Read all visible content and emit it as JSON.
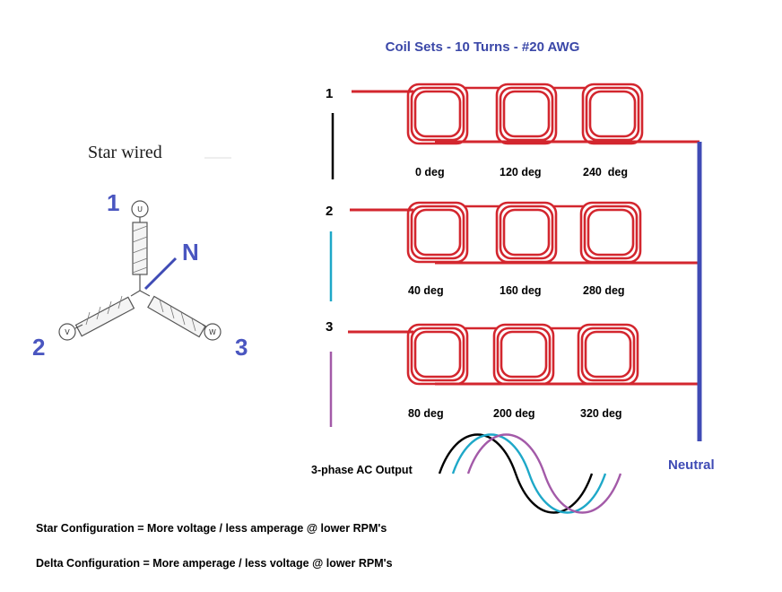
{
  "title": "Coil Sets - 10 Turns - #20 AWG",
  "star": {
    "title": "Star wired",
    "label_1": "1",
    "label_2": "2",
    "label_3": "3",
    "label_n": "N",
    "terminal_u": "U",
    "terminal_v": "V",
    "terminal_w": "W"
  },
  "rows": [
    {
      "number": "1",
      "degrees": [
        "0 deg",
        "120 deg",
        "240  deg"
      ],
      "phase_color": "#000000"
    },
    {
      "number": "2",
      "degrees": [
        "40 deg",
        "160 deg",
        "280 deg"
      ],
      "phase_color": "#1ea8c8"
    },
    {
      "number": "3",
      "degrees": [
        "80 deg",
        "200 deg",
        "320 deg"
      ],
      "phase_color": "#a35aa8"
    }
  ],
  "neutral_label": "Neutral",
  "output_label": "3-phase AC Output",
  "notes": {
    "star": "Star Configuration = More voltage / less amperage @ lower RPM's",
    "delta": "Delta Configuration = More amperage / less voltage @ lower RPM's"
  },
  "colors": {
    "title": "#3b48a8",
    "label": "#4a56c0",
    "coil": "#d3262e",
    "neutral_bus": "#3f4bb5",
    "text": "#000000"
  }
}
